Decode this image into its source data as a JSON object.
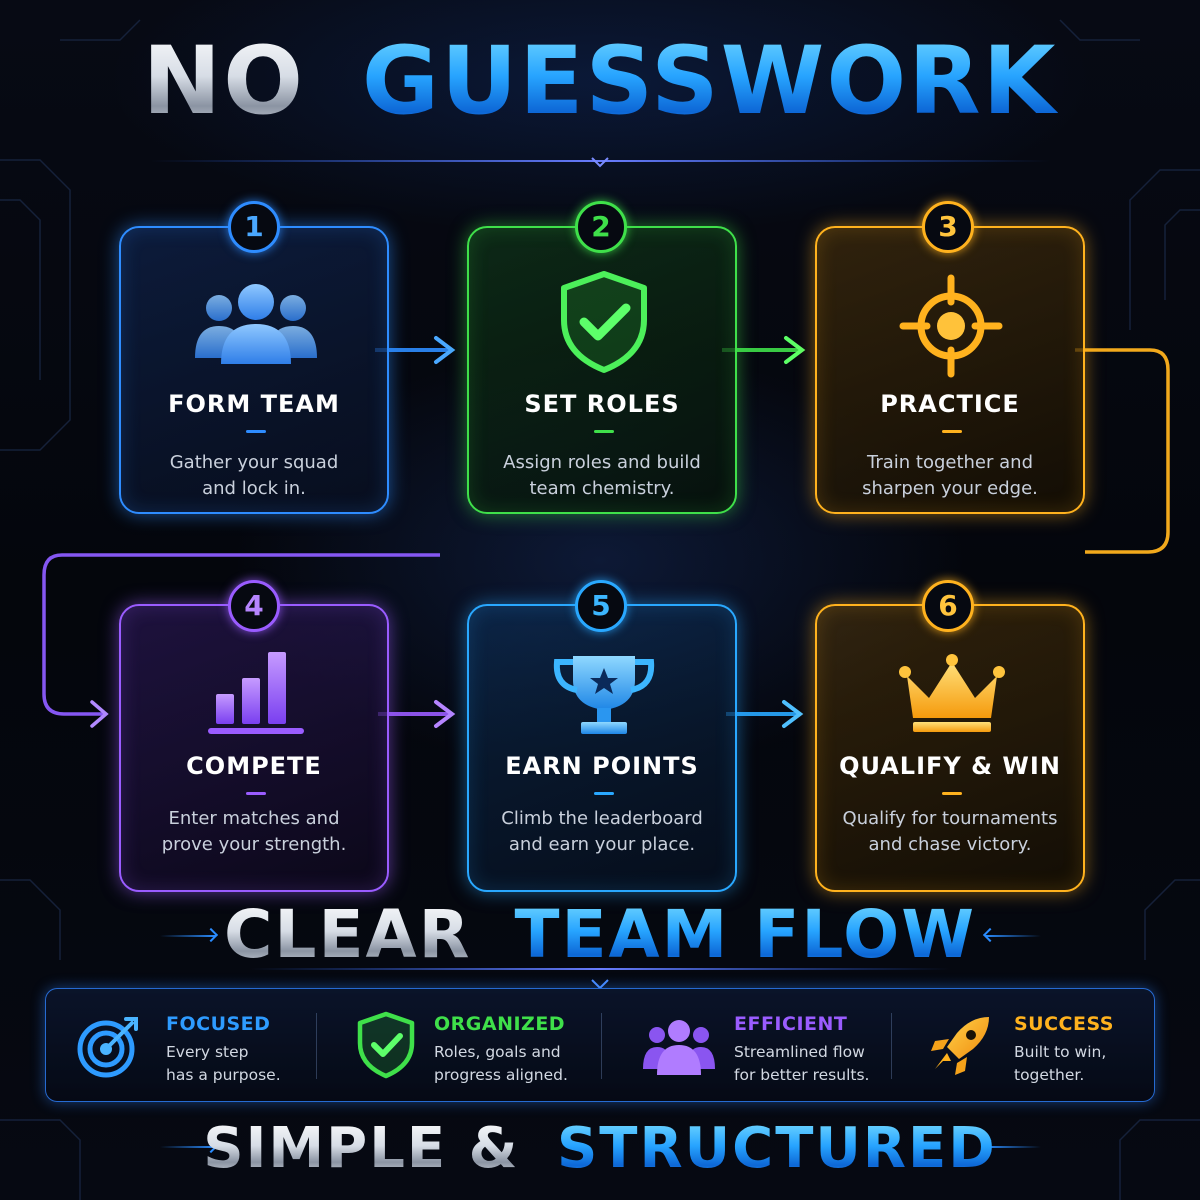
{
  "title": {
    "part1": "NO",
    "part2": "GUESSWORK"
  },
  "steps": [
    {
      "number": "1",
      "label": "FORM TEAM",
      "desc_line1": "Gather your squad",
      "desc_line2": "and lock in.",
      "color": "#2e8cff",
      "icon": "team-icon"
    },
    {
      "number": "2",
      "label": "SET ROLES",
      "desc_line1": "Assign roles and build",
      "desc_line2": "team chemistry.",
      "color": "#3fe04a",
      "icon": "shield-check-icon"
    },
    {
      "number": "3",
      "label": "PRACTICE",
      "desc_line1": "Train together and",
      "desc_line2": "sharpen your edge.",
      "color": "#ffb21e",
      "icon": "crosshair-icon"
    },
    {
      "number": "4",
      "label": "COMPETE",
      "desc_line1": "Enter matches and",
      "desc_line2": "prove your strength.",
      "color": "#9a5cff",
      "icon": "bar-chart-icon"
    },
    {
      "number": "5",
      "label": "EARN POINTS",
      "desc_line1": "Climb the leaderboard",
      "desc_line2": "and earn your place.",
      "color": "#29a8ff",
      "icon": "trophy-icon"
    },
    {
      "number": "6",
      "label": "QUALIFY & WIN",
      "desc_line1": "Qualify for tournaments",
      "desc_line2": "and chase victory.",
      "color": "#ffb21e",
      "icon": "crown-icon"
    }
  ],
  "subtitle": {
    "part1": "CLEAR",
    "part2": "TEAM FLOW"
  },
  "features": [
    {
      "title": "FOCUSED",
      "desc_line1": "Every step",
      "desc_line2": "has a purpose.",
      "color": "#2e9bff",
      "icon": "target-icon"
    },
    {
      "title": "ORGANIZED",
      "desc_line1": "Roles, goals and",
      "desc_line2": "progress aligned.",
      "color": "#3fe04a",
      "icon": "shield-check-icon"
    },
    {
      "title": "EFFICIENT",
      "desc_line1": "Streamlined flow",
      "desc_line2": "for better results.",
      "color": "#9a5cff",
      "icon": "team-icon"
    },
    {
      "title": "SUCCESS",
      "desc_line1": "Built to win,",
      "desc_line2": "together.",
      "color": "#ffb21e",
      "icon": "rocket-icon"
    }
  ],
  "footer": {
    "part1": "SIMPLE &",
    "part2": "STRUCTURED"
  }
}
